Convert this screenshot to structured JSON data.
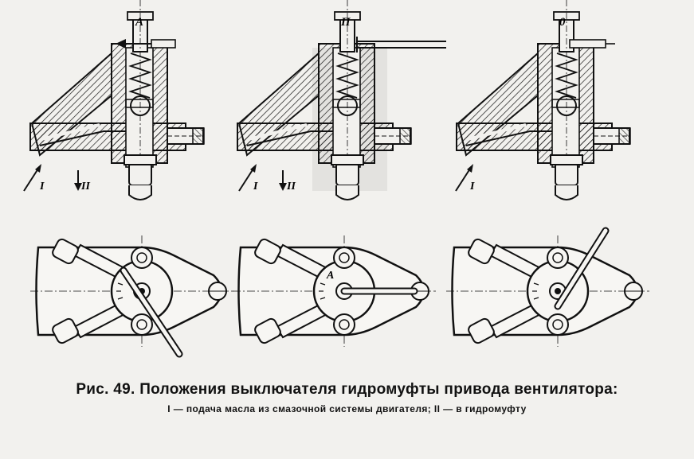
{
  "views": [
    {
      "label": "А",
      "input_label": "I",
      "output_label": "II"
    },
    {
      "label": "П",
      "input_label": "I",
      "output_label": "II"
    },
    {
      "label": "0",
      "input_label": "I",
      "output_label": ""
    }
  ],
  "dial_mark": "А",
  "caption": {
    "title": "Рис. 49. Положения выключателя гидромуфты привода вентилятора:",
    "subtitle": "I — подача масла из смазочной системы двигателя; II — в гидромуфту"
  }
}
